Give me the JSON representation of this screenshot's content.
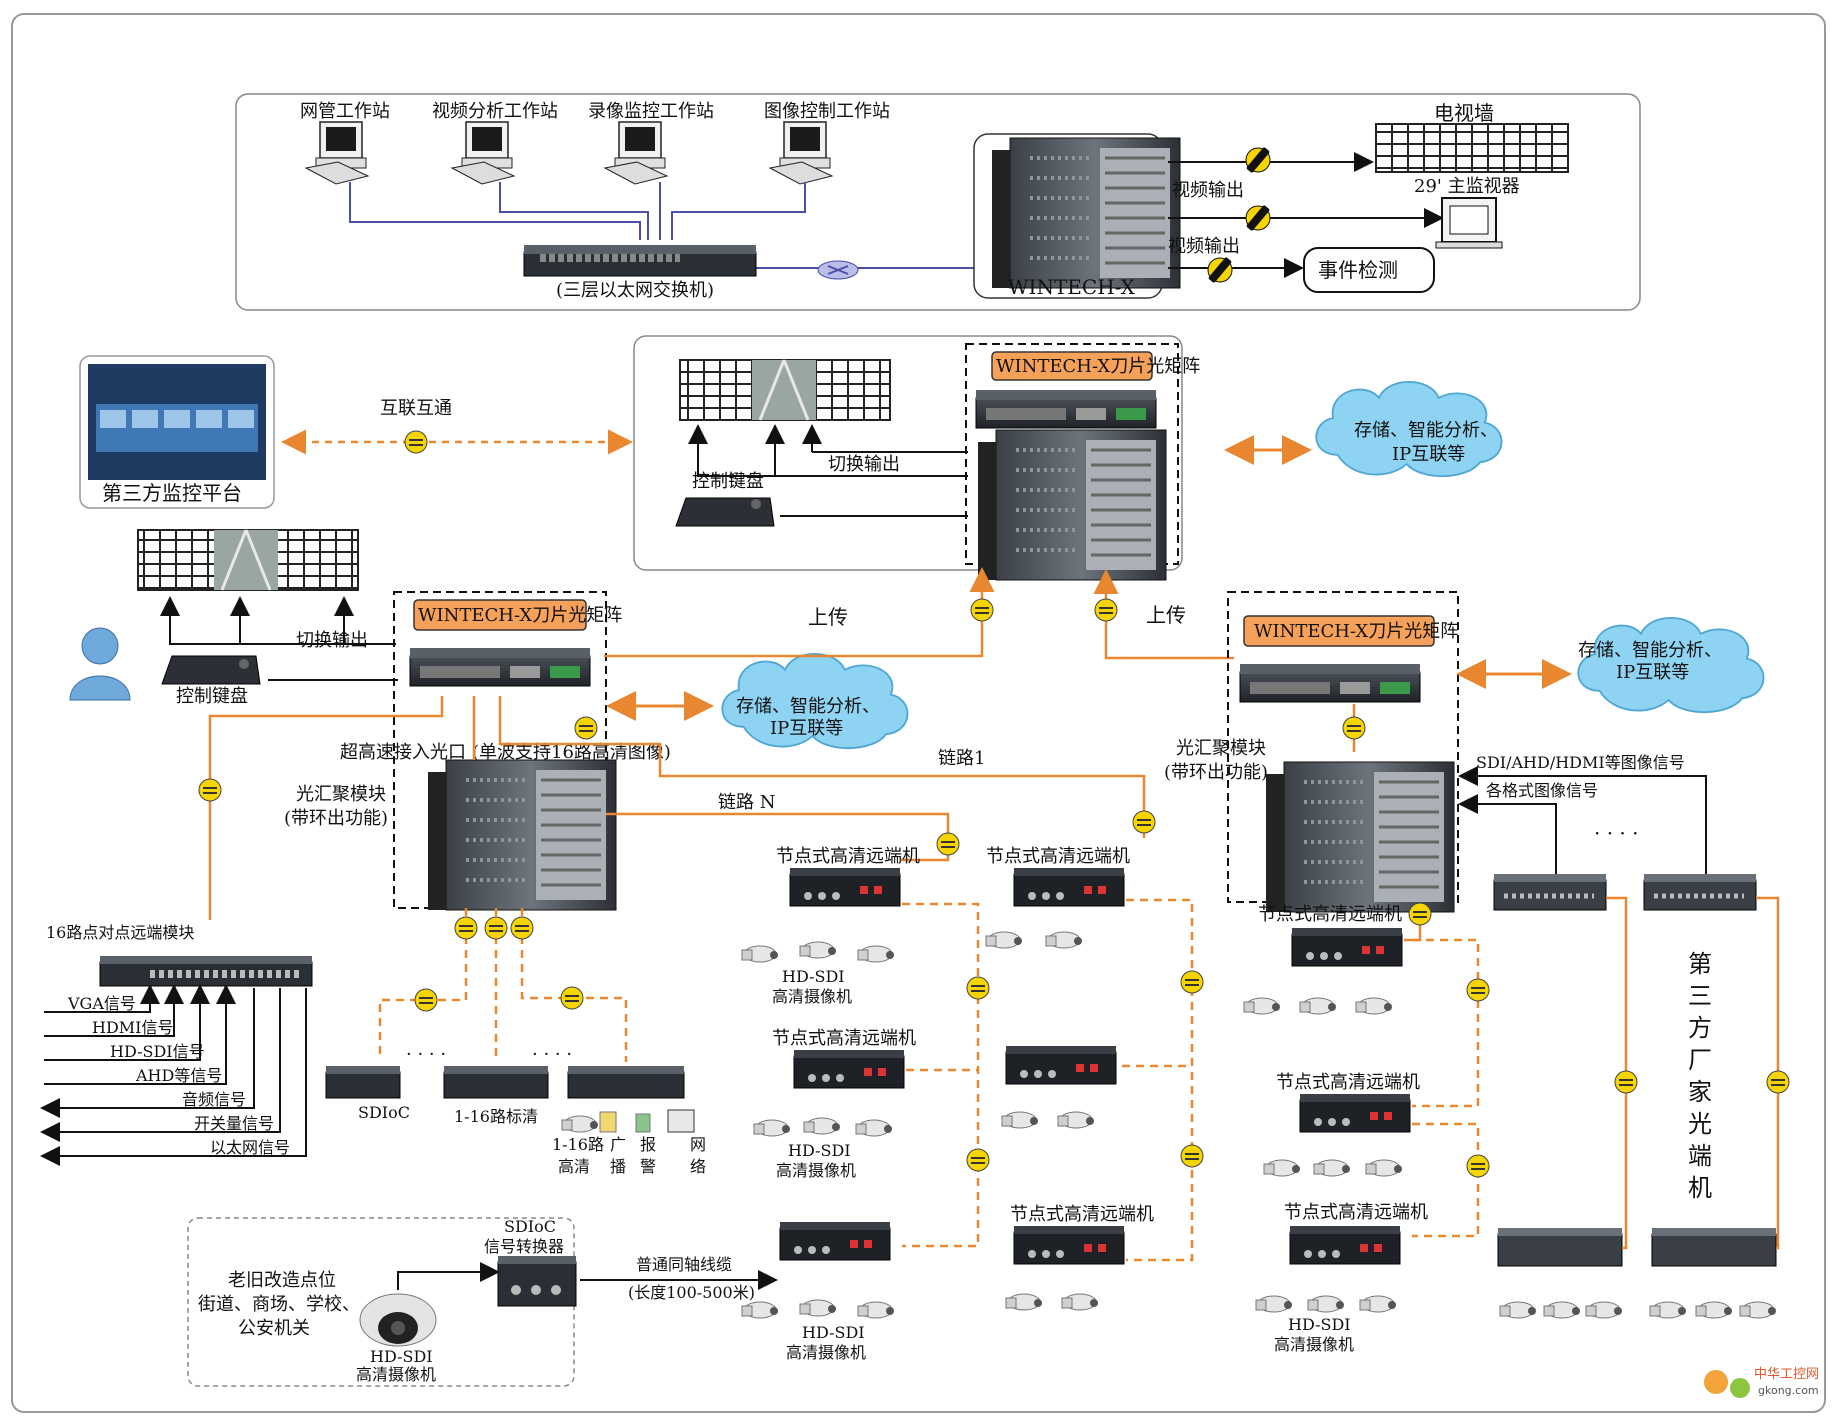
{
  "workstations": [
    "网管工作站",
    "视频分析工作站",
    "录像监控工作站",
    "图像控制工作站"
  ],
  "switch_label": "(三层以太网交换机)",
  "core_matrix_label": "WINTECH-X",
  "tv_wall_label": "电视墙",
  "main_monitor_label": "29' 主监视器",
  "video_output_label": "视频输出",
  "event_detection_label": "事件检测",
  "blade_matrix_label": "WINTECH-X刀片光矩阵",
  "switch_output_label": "切换输出",
  "control_keyboard_label": "控制键盘",
  "interconnect_label": "互联互通",
  "third_party_platform_label": "第三方监控平台",
  "storage_cloud_line1": "存储、智能分析、",
  "storage_cloud_line2": "IP互联等",
  "upload_label": "上传",
  "ultra_fast_port_label": "超高速接入光口",
  "single_wave_label": "(单波支持16路高清图像)",
  "optical_agg_line1": "光汇聚模块",
  "optical_agg_line2": "(带环出功能)",
  "link1_label": "链路1",
  "linkN_label": "链路 N",
  "node_remote_label": "节点式高清远端机",
  "hdsdi_line1": "HD-SDI",
  "hdsdi_line2": "高清摄像机",
  "p2p_module_label": "16路点对点远端模块",
  "signals": [
    "VGA信号",
    "HDMI信号",
    "HD-SDI信号",
    "AHD等信号",
    "音频信号",
    "开关量信号",
    "以太网信号"
  ],
  "sdioc_label": "SDIoC",
  "sd_16_label": "1-16路标清",
  "hd_16_line1": "1-16路",
  "hd_16_line2": "高清",
  "broadcast_label": [
    "广",
    "播"
  ],
  "alarm_label": [
    "报",
    "警"
  ],
  "network_label": [
    "网",
    "络"
  ],
  "dots": "· · · ·",
  "sdi_formats_label": "SDI/AHD/HDMI等图像信号",
  "various_formats_label": "各格式图像信号",
  "third_party_optical": [
    "第",
    "三",
    "方",
    "厂",
    "家",
    "光",
    "端",
    "机"
  ],
  "legacy_line1": "老旧改造点位",
  "legacy_line2": "街道、商场、学校、",
  "legacy_line3": "公安机关",
  "sdioc_converter_line1": "SDIoC",
  "sdioc_converter_line2": "信号转换器",
  "coax_line1": "普通同轴线缆",
  "coax_line2": "(长度100-500米)",
  "watermark_line1": "中华工控网",
  "watermark_line2": "gkong.com",
  "colors": {
    "orange": "#e8872f",
    "blue_line": "#4b4fa8",
    "cloud": "#8fd3f2",
    "device_dark": "#2a2f36"
  }
}
